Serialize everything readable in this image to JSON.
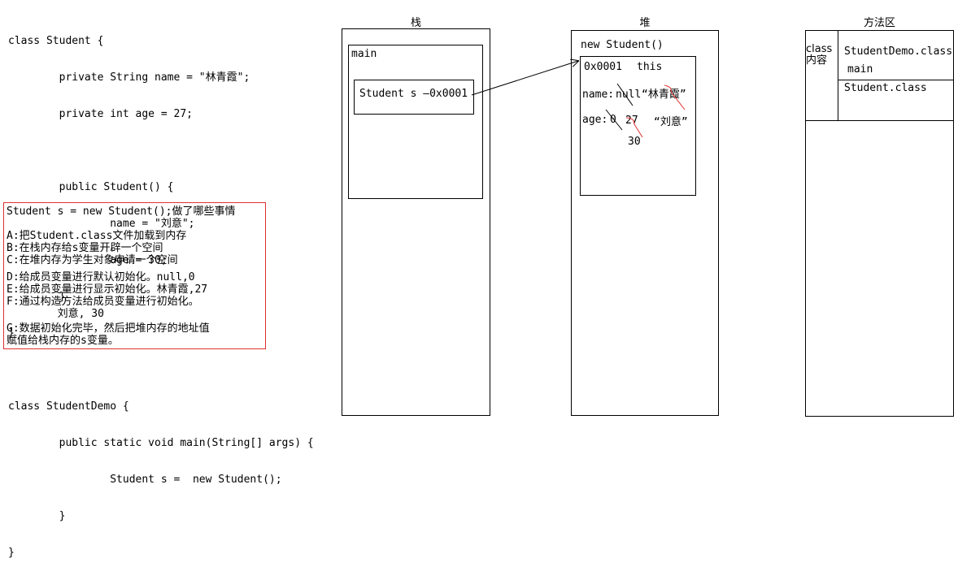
{
  "code": [
    "class Student {",
    "        private String name = \"林青霞\";",
    "        private int age = 27;",
    "",
    "        public Student() {",
    "                name = \"刘意\";",
    "                age = 30;",
    "        }",
    "}",
    "",
    "class StudentDemo {",
    "        public static void main(String[] args) {",
    "                Student s =  new Student();",
    "        }",
    "}"
  ],
  "steps": {
    "title": "Student s = new Student();做了哪些事情",
    "a": "A:把Student.class文件加载到内存",
    "b": "B:在栈内存给s变量开辟一个空间",
    "c": "C:在堆内存为学生对象申请一个空间",
    "d": "D:给成员变量进行默认初始化。null,0",
    "e": "E:给成员变量进行显示初始化。林青霞,27",
    "f1": "F:通过构造方法给成员变量进行初始化。",
    "f2": "        刘意, 30",
    "g1": "G:数据初始化完毕，然后把堆内存的地址值",
    "g2": "赋值给栈内存的s变量。"
  },
  "stack": {
    "title": "栈",
    "frame": "main",
    "var": "Student s —0x0001"
  },
  "heap": {
    "title": "堆",
    "label": "new Student()",
    "addr": "0x0001",
    "this_label": "this",
    "name_label": "name:",
    "name_default": "null",
    "name_value": "“林青霞”",
    "age_label": "age:",
    "age_default": "0",
    "age_value1": "27",
    "age_value2": "30",
    "name_value2": "“刘意”"
  },
  "method_area": {
    "title": "方法区",
    "class_label_1": "class",
    "class_label_2": "内容",
    "entry1": "StudentDemo.class",
    "entry1_method": "main",
    "entry2": "Student.class"
  },
  "colors": {
    "steps_border": "#e03030",
    "strike_red": "#e03030"
  }
}
